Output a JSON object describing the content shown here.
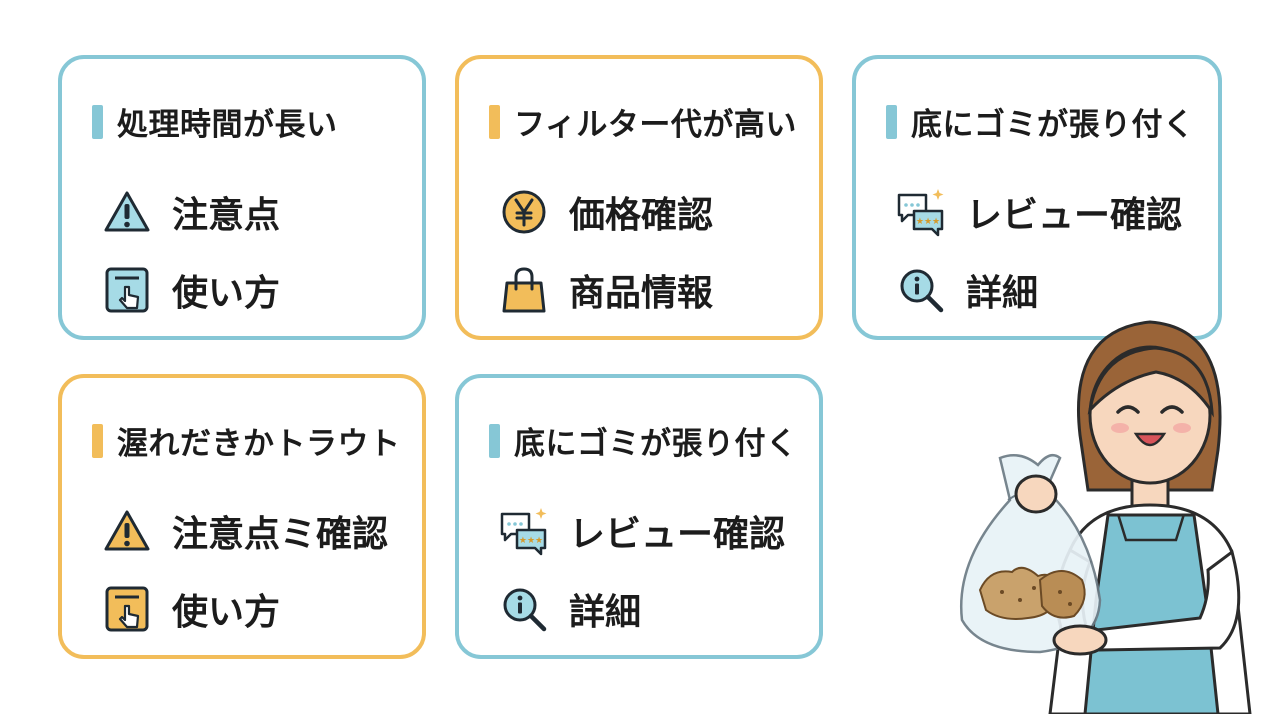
{
  "cards": [
    {
      "title": "処理時間が長い",
      "items": [
        {
          "icon": "warning-icon",
          "label": "注意点"
        },
        {
          "icon": "manual-touch-icon",
          "label": "使い方"
        }
      ]
    },
    {
      "title": "フィルター代が高い",
      "items": [
        {
          "icon": "yen-coin-icon",
          "label": "価格確認"
        },
        {
          "icon": "shopping-bag-icon",
          "label": "商品情報"
        }
      ]
    },
    {
      "title": "底にゴミが張り付く",
      "items": [
        {
          "icon": "review-chat-icon",
          "label": "レビュー確認"
        },
        {
          "icon": "info-search-icon",
          "label": "詳細"
        }
      ]
    },
    {
      "title": "渥れだきかトラウト",
      "items": [
        {
          "icon": "warning-icon",
          "label": "注意点ミ確認"
        },
        {
          "icon": "manual-touch-icon",
          "label": "使い方"
        }
      ]
    },
    {
      "title": "底にゴミが張り付く",
      "items": [
        {
          "icon": "review-chat-icon",
          "label": "レビュー確認"
        },
        {
          "icon": "info-search-icon",
          "label": "詳細"
        }
      ]
    }
  ],
  "colors": {
    "blue": "#86c7d6",
    "orange": "#f2bd5a",
    "text": "#1c1c1c"
  }
}
